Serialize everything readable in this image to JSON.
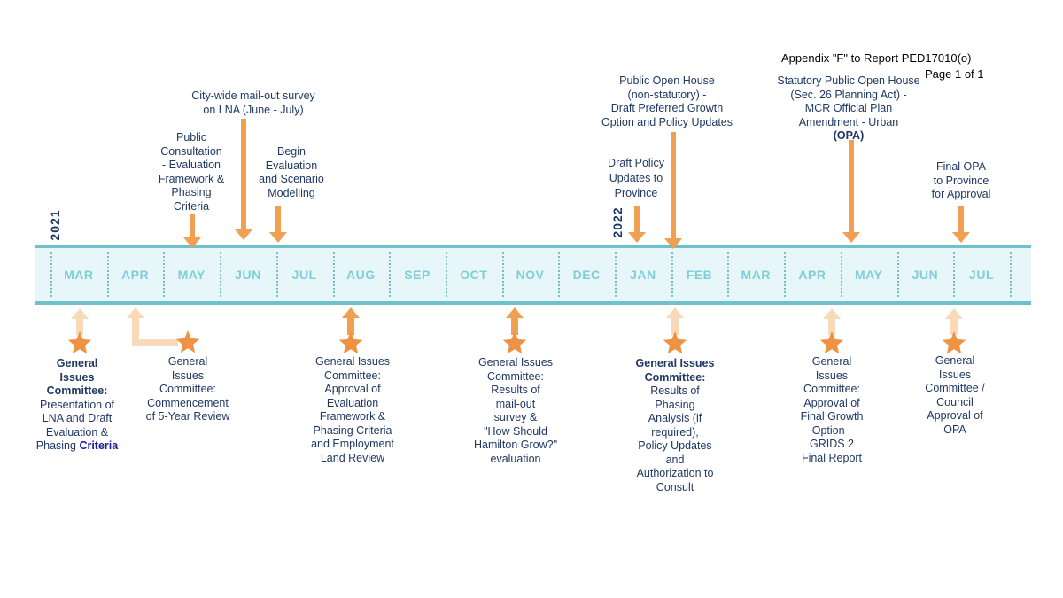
{
  "header": {
    "line1": "Appendix \"F\" to Report PED17010(o)",
    "line2": "Page 1 of 1"
  },
  "colors": {
    "arrow": "#f0a050",
    "arrow_light": "#f8d9b8",
    "star": "#ee9244",
    "band": "#e7f6f8",
    "band_line": "#6fc0c9",
    "month_text": "#7fcfd8",
    "text": "#1f3864"
  },
  "years": [
    "2021",
    "2022"
  ],
  "months": [
    "MAR",
    "APR",
    "MAY",
    "JUN",
    "JUL",
    "AUG",
    "SEP",
    "OCT",
    "NOV",
    "DEC",
    "JAN",
    "FEB",
    "MAR",
    "APR",
    "MAY",
    "JUN",
    "JUL"
  ],
  "above": [
    {
      "lines": [
        "Public",
        "Consultation",
        "- Evaluation",
        "Framework &",
        "Phasing",
        "Criteria"
      ]
    },
    {
      "lines": [
        "City-wide mail-out survey",
        "on LNA (June - July)"
      ]
    },
    {
      "lines": [
        "Begin",
        "Evaluation",
        "and Scenario",
        "Modelling"
      ]
    },
    {
      "lines": [
        "Draft Policy",
        "Updates to",
        "Province"
      ]
    },
    {
      "lines": [
        "Public Open House",
        "(non-statutory) -",
        "Draft Preferred Growth",
        "Option and Policy Updates"
      ]
    },
    {
      "lines": [
        "Statutory Public Open House",
        "(Sec. 26 Planning Act) -",
        "MCR Official Plan",
        "Amendment - Urban"
      ],
      "bold_line": "(OPA)"
    },
    {
      "lines": [
        "Final OPA",
        "to Province",
        "for Approval"
      ]
    }
  ],
  "below": [
    {
      "bold_lines": [
        "General",
        "Issues",
        "Committee:"
      ],
      "lines": [
        "Presentation of",
        "LNA and Draft",
        "Evaluation &"
      ],
      "last_plain": "Phasing ",
      "last_highlight": "Criteria"
    },
    {
      "lines": [
        "General",
        "Issues",
        "Committee:",
        "Commencement",
        "of 5-Year Review"
      ]
    },
    {
      "lines": [
        "General Issues",
        "Committee:",
        "Approval of",
        "Evaluation",
        "Framework &",
        "Phasing Criteria",
        "and Employment",
        "Land Review"
      ]
    },
    {
      "lines": [
        "General Issues",
        "Committee:",
        "Results of",
        "mail-out",
        "survey &",
        "\"How Should",
        "Hamilton Grow?\"",
        "evaluation"
      ]
    },
    {
      "bold_lines": [
        "General Issues",
        "Committee:"
      ],
      "lines": [
        "Results of",
        "Phasing",
        "Analysis (if",
        "required),",
        "Policy Updates",
        "and",
        "Authorization to",
        "Consult"
      ]
    },
    {
      "lines": [
        "General",
        "Issues",
        "Committee:",
        "Approval of",
        "Final Growth",
        "Option -",
        "GRIDS 2",
        "Final Report"
      ]
    },
    {
      "lines": [
        "General",
        "Issues",
        "Committee /",
        "Council",
        "Approval of",
        "OPA"
      ]
    }
  ]
}
